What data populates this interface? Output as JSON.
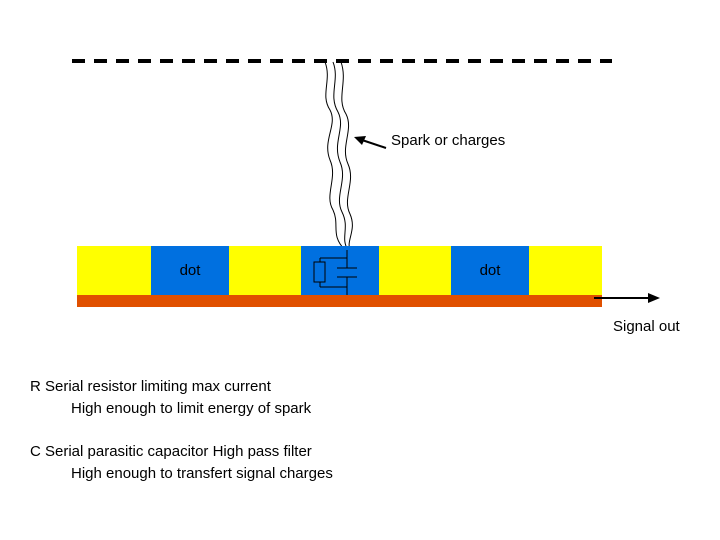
{
  "diagram": {
    "spark_label": "Spark or charges",
    "dot_label_left": "dot",
    "dot_label_right": "dot",
    "signal_label": "Signal out",
    "notes": {
      "r_line1": "R Serial resistor limiting max current",
      "r_line2": "High enough to limit energy of spark",
      "c_line1": "C Serial parasitic capacitor High pass filter",
      "c_line2": "High enough to transfert signal charges"
    }
  },
  "colors": {
    "strip": "#ffff00",
    "pad": "#0070e0",
    "base": "#e05000",
    "line": "#000000"
  }
}
